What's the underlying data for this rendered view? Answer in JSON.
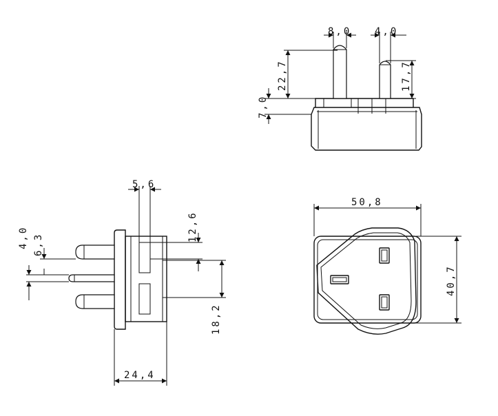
{
  "views": {
    "top": {
      "dims": {
        "pin_width_a": "8,0",
        "pin_width_b": "4,0",
        "pin_length_a": "22,7",
        "pin_length_b": "17,7",
        "base_step": "7,0"
      }
    },
    "side": {
      "dims": {
        "pin_offset": "5,6",
        "pin_a": "4,0",
        "pin_b": "6,3",
        "spacing_a": "12,6",
        "spacing_b": "18,2",
        "depth": "24,4"
      }
    },
    "front": {
      "dims": {
        "width": "50,8",
        "height": "40,7"
      }
    }
  }
}
